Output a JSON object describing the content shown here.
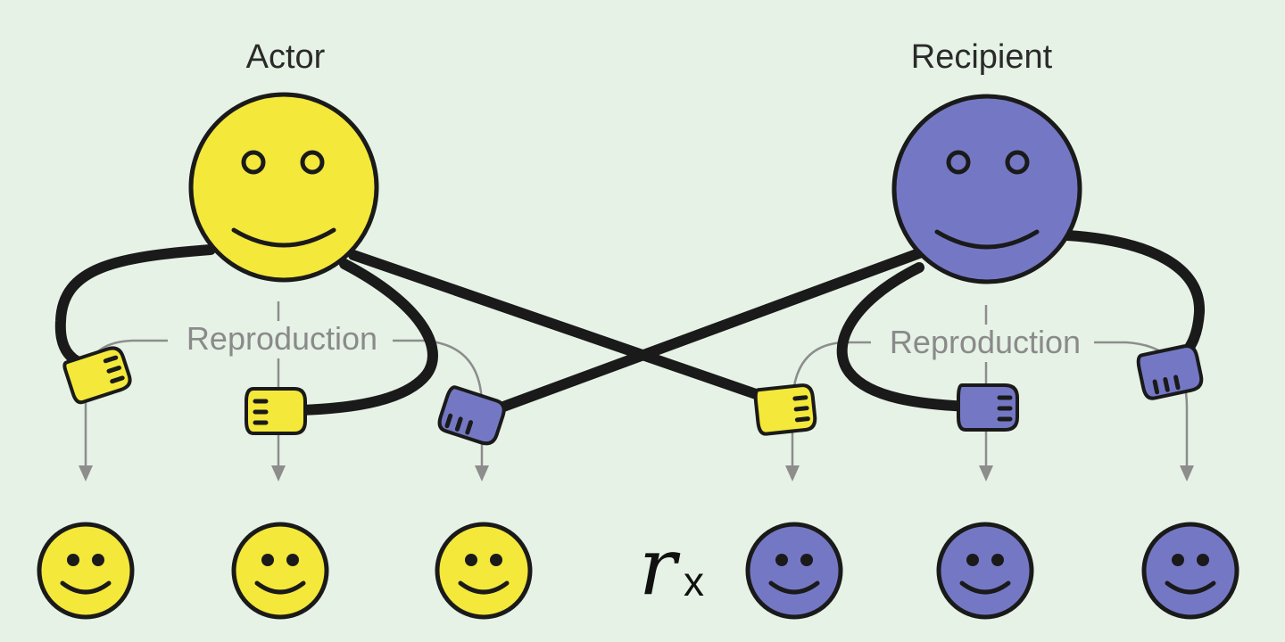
{
  "labels": {
    "actor": "Actor",
    "recipient": "Recipient",
    "reproduction_left": "Reproduction",
    "reproduction_right": "Reproduction",
    "r_symbol": "r",
    "times_symbol": "x"
  },
  "colors": {
    "background": "#e6f2e6",
    "actor_yellow": "#f4e83a",
    "recipient_blue": "#7478c4",
    "outline": "#1a1a1a",
    "arrow_gray": "#8d8d8d"
  },
  "offspring": [
    {
      "parent": "actor",
      "color": "yellow"
    },
    {
      "parent": "actor",
      "color": "yellow"
    },
    {
      "parent": "recipient",
      "color": "yellow"
    },
    {
      "parent": "actor",
      "color": "blue"
    },
    {
      "parent": "recipient",
      "color": "blue"
    },
    {
      "parent": "recipient",
      "color": "blue"
    }
  ]
}
